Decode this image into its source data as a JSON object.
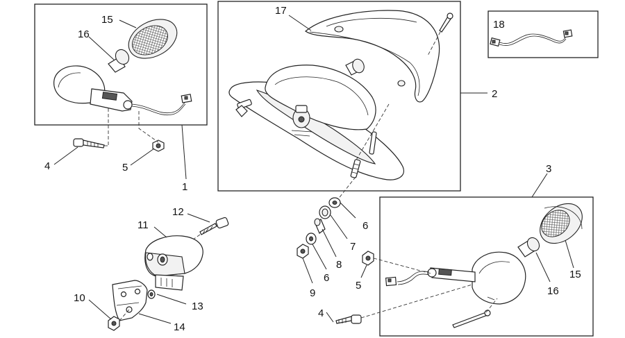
{
  "diagram": {
    "callouts": {
      "c1": "1",
      "c2": "2",
      "c3": "3",
      "c4a": "4",
      "c4b": "4",
      "c5a": "5",
      "c5b": "5",
      "c6a": "6",
      "c6b": "6",
      "c7": "7",
      "c8": "8",
      "c9": "9",
      "c10": "10",
      "c11": "11",
      "c12": "12",
      "c13": "13",
      "c14": "14",
      "c15a": "15",
      "c15b": "15",
      "c16a": "16",
      "c16b": "16",
      "c17": "17",
      "c18": "18"
    }
  }
}
